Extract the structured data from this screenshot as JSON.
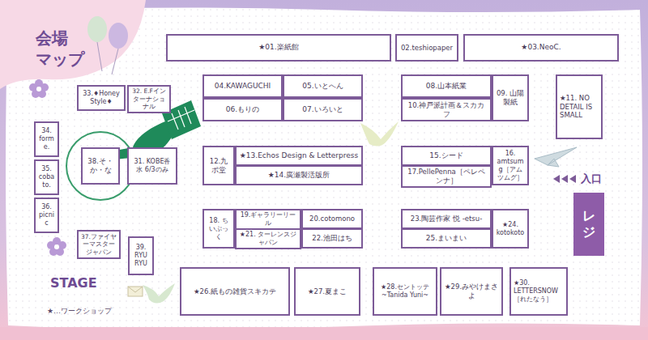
{
  "diagram": {
    "title": "会場 マップ",
    "nodes": [
      {
        "text": [
          "★01.楽紙館"
        ]
      },
      {
        "text": [
          "02.teshiopaper"
        ]
      },
      {
        "text": [
          "★03.NeoC."
        ]
      },
      {
        "text": [
          "04.KAWAGUCHI"
        ]
      },
      {
        "text": [
          "05.いとへん"
        ]
      },
      {
        "text": [
          "06.もりの"
        ]
      },
      {
        "text": [
          "07.いろいと"
        ]
      },
      {
        "text": [
          "08.山本紙業"
        ]
      },
      {
        "text": [
          "10.神戸派計画＆スカカフ"
        ]
      },
      {
        "text": [
          "09. 山陽製紙"
        ]
      },
      {
        "text": [
          "★11. NO DETAIL IS SMALL"
        ]
      },
      {
        "text": [
          "33.♦Honey Style♦"
        ]
      },
      {
        "text": [
          "32. E.Fインターナショナル"
        ]
      },
      {
        "text": [
          "34. forme."
        ]
      },
      {
        "text": [
          "38.そ・か・な"
        ]
      },
      {
        "text": [
          "31. KOBE香水 6/3のみ"
        ]
      },
      {
        "text": [
          "12.九ポ堂"
        ]
      },
      {
        "text": [
          "★13.Echos Design & Letterpress"
        ]
      },
      {
        "text": [
          "★14.廣瀬製活版所"
        ]
      },
      {
        "text": [
          "15.シード"
        ]
      },
      {
        "text": [
          "17.PellePenna［ペレペンナ］"
        ]
      },
      {
        "text": [
          "16. amtsumg［アムツムグ］"
        ]
      },
      {
        "text": [
          "35. cobato."
        ]
      },
      {
        "text": [
          "36. picnic"
        ]
      },
      {
        "text": [
          "18. ちいぷっく"
        ]
      },
      {
        "text": [
          "19.ギャラリーリール"
        ]
      },
      {
        "text": [
          "20.cotomono"
        ]
      },
      {
        "text": [
          "★21. ターレンスジャパン"
        ]
      },
      {
        "text": [
          "22.池田はち"
        ]
      },
      {
        "text": [
          "23.陶芸作家 悦 -etsu-"
        ]
      },
      {
        "text": [
          "25.まいまい"
        ]
      },
      {
        "text": [
          "★24. kotokoto"
        ]
      },
      {
        "text": [
          "37.ファイヤーマスタージャパン"
        ]
      },
      {
        "text": [
          "39. RYU RYU"
        ]
      },
      {
        "text": [
          "★26.紙もの雑貨スキカテ"
        ]
      },
      {
        "text": [
          "★27.夏まこ"
        ]
      },
      {
        "text": [
          "★28.セントッテ ~Tanida Yuni~"
        ]
      },
      {
        "text": [
          "★29.みやけまさよ"
        ]
      },
      {
        "text": [
          "★30. LETTERSNOW ［れたなう］"
        ]
      },
      {
        "text": [
          "レジ"
        ]
      }
    ],
    "labels": [
      "STAGE",
      "入口",
      "★…ワークショップ"
    ]
  }
}
